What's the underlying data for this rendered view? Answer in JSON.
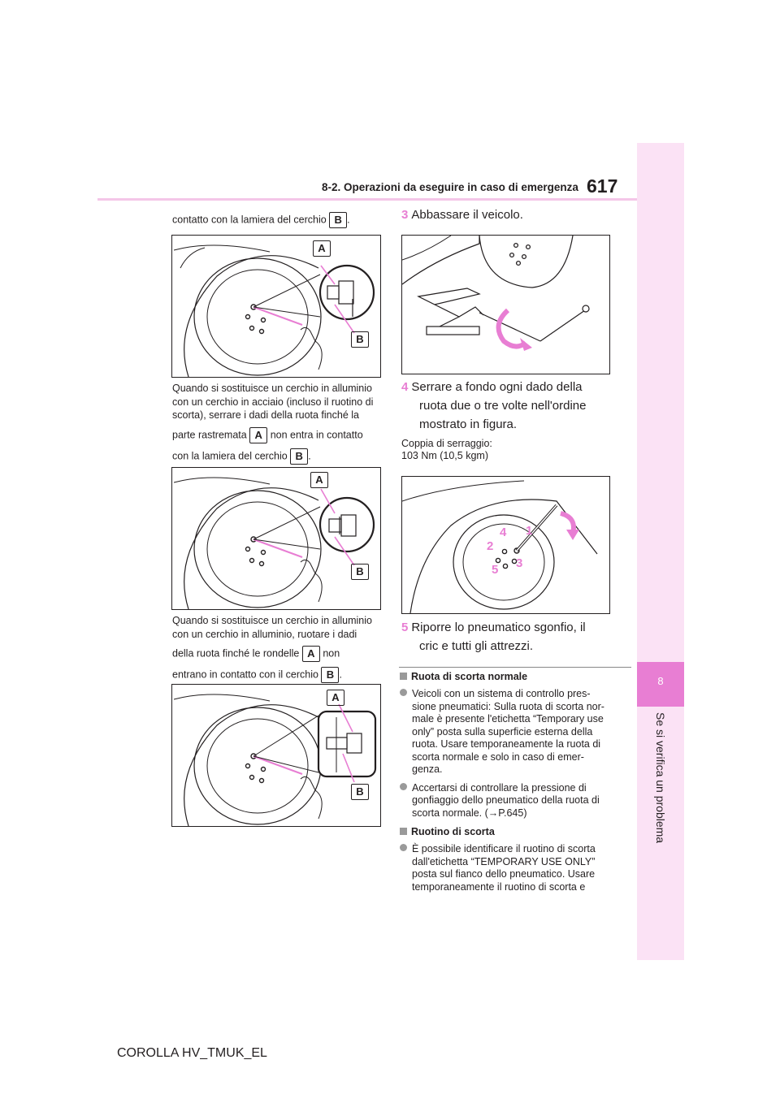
{
  "header": {
    "page_number": "617",
    "section": "8-2. Operazioni da eseguire in caso di emergenza"
  },
  "side_tab": {
    "number": "8",
    "label": "Se si verifica un problema"
  },
  "left": {
    "intro_text": "contatto con la lamiera del cerchio",
    "intro_badge": "B",
    "para1": {
      "l1": "Quando si sostituisce un cerchio in alluminio",
      "l2": "con un cerchio in acciaio (incluso il ruotino di",
      "l3": "scorta), serrare i dadi della ruota finché la",
      "l4a": "parte rastremata",
      "l4b": "non entra in contatto",
      "l5": "con la lamiera del cerchio",
      "badge_a": "A",
      "badge_b": "B"
    },
    "para2": {
      "l1": "Quando si sostituisce un cerchio in alluminio",
      "l2": "con un cerchio in alluminio, ruotare i dadi",
      "l3a": "della ruota finché le rondelle",
      "l3b": "non",
      "l4": "entrano in contatto con il cerchio",
      "badge_a": "A",
      "badge_b": "B"
    },
    "figure_labels": {
      "a": "A",
      "b": "B"
    }
  },
  "right": {
    "step3": {
      "num": "3",
      "text": "Abbassare il veicolo."
    },
    "step4": {
      "num": "4",
      "l1": "Serrare a fondo ogni dado della",
      "l2": "ruota due o tre volte nell'ordine",
      "l3": "mostrato in figura."
    },
    "torque": {
      "l1": "Coppia di serraggio:",
      "l2": "103 Nm (10,5 kgm)"
    },
    "nut_order": [
      "1",
      "2",
      "3",
      "4",
      "5"
    ],
    "step5": {
      "num": "5",
      "l1": "Riporre lo pneumatico sgonfio, il",
      "l2": "cric e tutti gli attrezzi."
    },
    "note1": {
      "title": "Ruota di scorta normale",
      "b1": [
        "Veicoli con un sistema di controllo pres-",
        "sione pneumatici: Sulla ruota di scorta nor-",
        "male è presente l'etichetta “Temporary use",
        "only” posta sulla superficie esterna della",
        "ruota. Usare temporaneamente la ruota di",
        "scorta normale e solo in caso di emer-",
        "genza."
      ],
      "b2": [
        "Accertarsi di controllare la pressione di",
        "gonfiaggio dello pneumatico della ruota di"
      ],
      "b2_last": "scorta normale. (",
      "b2_arrow": "→",
      "b2_ref": "P.645)"
    },
    "note2": {
      "title": "Ruotino di scorta",
      "b1": [
        "È possibile identificare il ruotino di scorta",
        "dall'etichetta “TEMPORARY USE ONLY”",
        "posta sul fianco dello pneumatico. Usare",
        "temporaneamente il ruotino di scorta e"
      ]
    }
  },
  "footer": {
    "model": "COROLLA HV_TMUK_EL"
  },
  "colors": {
    "accent": "#e87ed3",
    "tab_bg": "#fbe2f5",
    "rule": "#f4c6e8",
    "text": "#231f20"
  }
}
